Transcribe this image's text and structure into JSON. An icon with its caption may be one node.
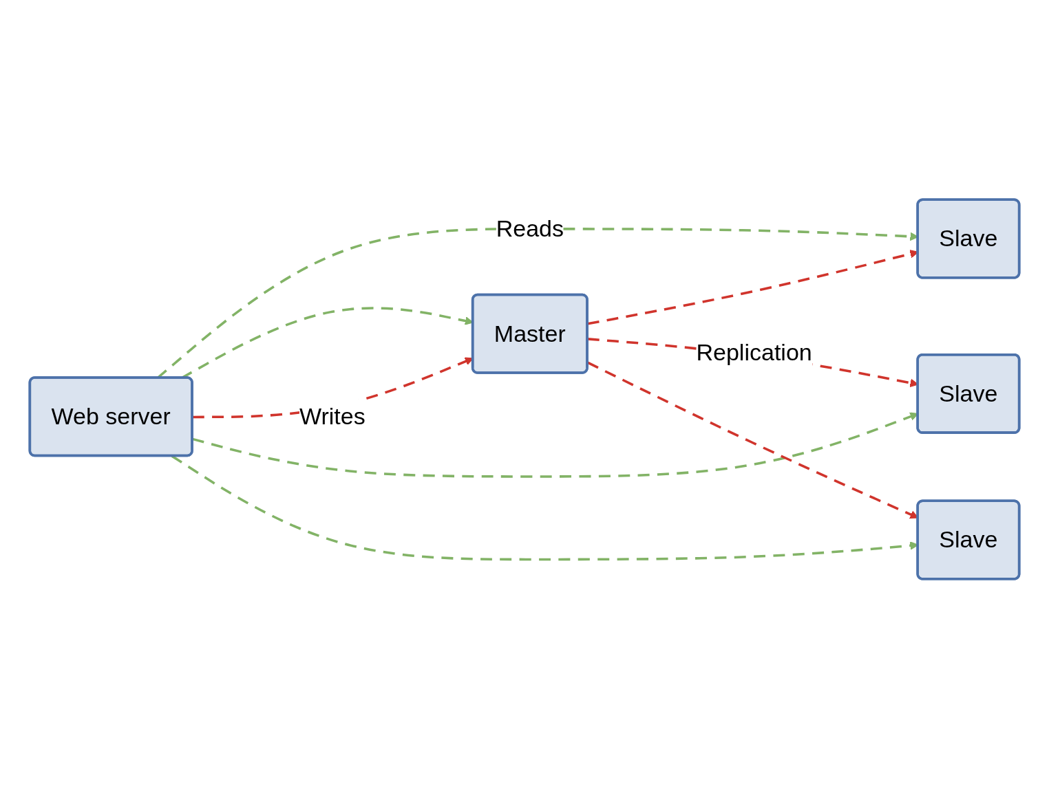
{
  "diagram": {
    "nodes": [
      {
        "text": [
          "Web server"
        ]
      },
      {
        "text": [
          "Master"
        ]
      },
      {
        "text": [
          "Slave"
        ]
      },
      {
        "text": [
          "Slave"
        ]
      },
      {
        "text": [
          "Slave"
        ]
      }
    ],
    "edges": [
      {
        "from": 0,
        "to": 2,
        "arrow": "to",
        "label": "Reads",
        "style": "dashed",
        "color": "#82b366"
      },
      {
        "from": 0,
        "to": 1,
        "arrow": "to",
        "style": "dashed",
        "color": "#82b366"
      },
      {
        "from": 0,
        "to": 1,
        "arrow": "to",
        "label": "Writes",
        "style": "dashed",
        "color": "#d0342c"
      },
      {
        "from": 0,
        "to": 3,
        "arrow": "to",
        "style": "dashed",
        "color": "#82b366"
      },
      {
        "from": 0,
        "to": 4,
        "arrow": "to",
        "style": "dashed",
        "color": "#82b366"
      },
      {
        "from": 1,
        "to": 2,
        "arrow": "to",
        "style": "dashed",
        "color": "#d0342c"
      },
      {
        "from": 1,
        "to": 3,
        "arrow": "to",
        "label": "Replication",
        "style": "dashed",
        "color": "#d0342c"
      },
      {
        "from": 1,
        "to": 4,
        "arrow": "to",
        "style": "dashed",
        "color": "#d0342c"
      }
    ]
  }
}
